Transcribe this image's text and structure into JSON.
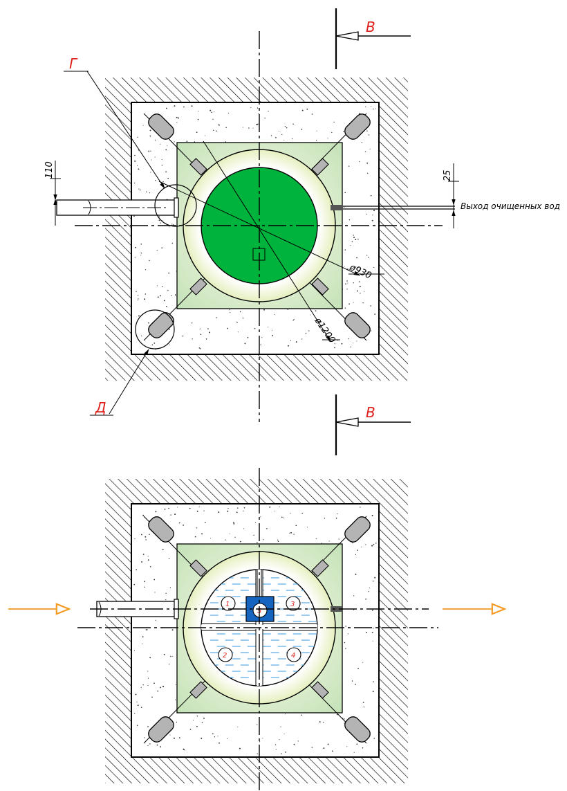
{
  "labels": {
    "section_top": "В",
    "section_bottom": "В",
    "detail_g": "Г",
    "detail_d": "Д",
    "dim_110": "110",
    "dim_25": "25",
    "outlet_text": "Выход очищенных вод",
    "dia_930": "ø930",
    "dia_1200": "ø1200"
  },
  "compartments": [
    "1",
    "2",
    "3",
    "4",
    "5"
  ],
  "colors": {
    "section_mark": "#e0201c",
    "outer_green": "#d5ebc7",
    "ring_yellow": "#eaf2c0",
    "lid_green": "#00b33c",
    "water_line": "#5aaee6",
    "center_box": "#1565c0",
    "flow_arrow": "#f39a1e",
    "anchor_gray": "#b4b4b4"
  }
}
